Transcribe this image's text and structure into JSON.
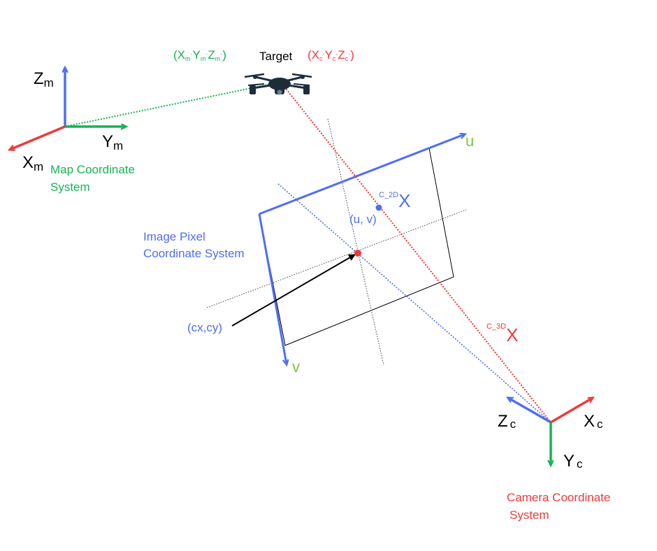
{
  "colors": {
    "blue": "#4f6ef2",
    "green": "#17b355",
    "red": "#ef3a3a",
    "black": "#000000",
    "u_label": "#7dc242",
    "drone": "#1f2d3a"
  },
  "map_frame": {
    "z_axis": {
      "base": "Z",
      "sub": "m"
    },
    "y_axis": {
      "base": "Y",
      "sub": "m"
    },
    "x_axis": {
      "base": "X",
      "sub": "m"
    },
    "caption_line1": "Map Coordinate",
    "caption_line2": "System"
  },
  "target": {
    "map_coords": {
      "open": "(",
      "x": "X",
      "x_sub": "m",
      "sep1": "`",
      "y": "Y",
      "y_sub": "m",
      "sep2": "`",
      "z": "Z",
      "z_sub": "m",
      "sep3": "`",
      "close": ")"
    },
    "label": "Target",
    "cam_coords": {
      "open": "(",
      "x": "X",
      "x_sub": "c",
      "sep1": "`",
      "y": "Y",
      "y_sub": "c",
      "sep2": "`",
      "z": "Z",
      "z_sub": "c",
      "sep3": "`",
      "close": ")"
    },
    "icon": "drone-icon"
  },
  "image_plane": {
    "u_label": "u",
    "v_label": "v",
    "caption_line1": "Image Pixel",
    "caption_line2": "Coordinate System",
    "point_2d": {
      "sup": "C_2D",
      "base": "X"
    },
    "point_uv_label": "(u, v)",
    "principal_point_label": "(cx,cy)"
  },
  "projection": {
    "point_3d": {
      "sup": "C_3D",
      "base": "X"
    }
  },
  "camera_frame": {
    "z_axis": {
      "base": "Z",
      "sub": "c"
    },
    "x_axis": {
      "base": "X",
      "sub": "c"
    },
    "y_axis": {
      "base": "Y",
      "sub": "c"
    },
    "caption_line1": "Camera Coordinate",
    "caption_line2": "System"
  }
}
